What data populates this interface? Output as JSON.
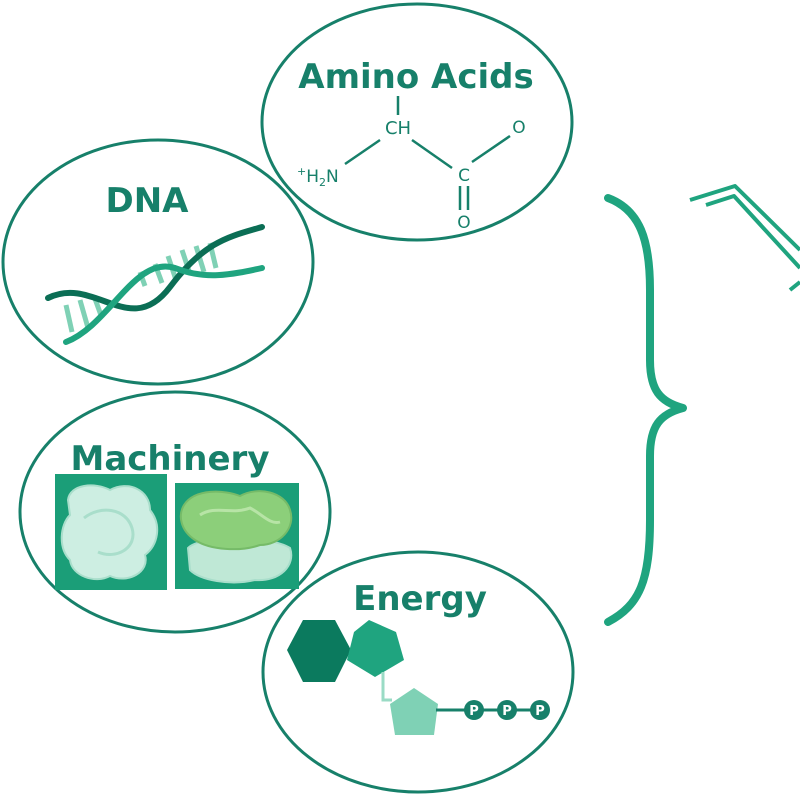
{
  "colors": {
    "primary": "#17806a",
    "dark": "#0b6e55",
    "medium": "#1fa47f",
    "light": "#7fd1b5",
    "pale": "#cdeee2",
    "box": "#1b9e78"
  },
  "bubbles": {
    "amino": {
      "title": "Amino Acids",
      "ch": "CH",
      "o_top": "O",
      "c": "C",
      "o_bottom": "O",
      "nh_plus": "+",
      "nh_h": "H",
      "nh_sub": "2",
      "nh_n": "N"
    },
    "dna": {
      "title": "DNA"
    },
    "machinery": {
      "title": "Machinery"
    },
    "energy": {
      "title": "Energy",
      "phosphates": [
        "P",
        "P",
        "P"
      ]
    }
  },
  "icons": [
    "dna-helix-icon",
    "molecular-machine-icon",
    "atp-molecule-icon",
    "amino-acid-structure-icon",
    "curly-brace-icon",
    "partial-device-icon"
  ]
}
